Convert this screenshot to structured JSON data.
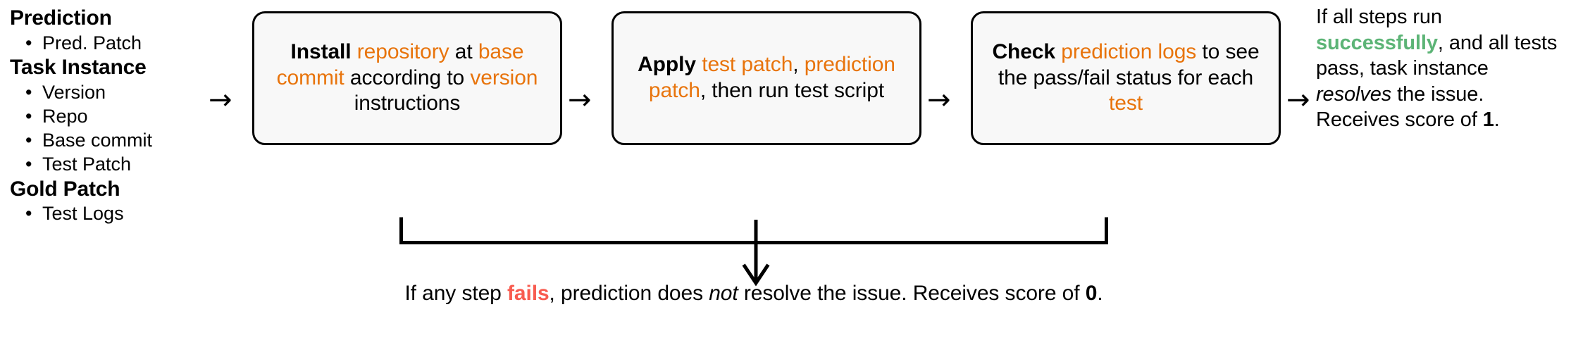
{
  "legend": {
    "groups": [
      {
        "heading": "Prediction",
        "items": [
          "Pred. Patch"
        ]
      },
      {
        "heading": "Task Instance",
        "items": [
          "Version",
          "Repo",
          "Base commit",
          "Test Patch"
        ]
      },
      {
        "heading": "Gold Patch",
        "items": [
          "Test Logs"
        ]
      }
    ],
    "bullet": "•"
  },
  "arrows": {
    "glyph": "→",
    "down_glyph": "↓"
  },
  "steps": [
    {
      "id": "install",
      "parts": [
        {
          "text": "Install",
          "style": "bold"
        },
        {
          "text": " ",
          "style": "plain"
        },
        {
          "text": "repository",
          "style": "orange"
        },
        {
          "text": " at ",
          "style": "plain"
        },
        {
          "text": "base commit",
          "style": "orange"
        },
        {
          "text": " according to ",
          "style": "plain"
        },
        {
          "text": "version",
          "style": "orange"
        },
        {
          "text": " instructions",
          "style": "plain"
        }
      ],
      "plain_text": "Install repository at base commit according to version instructions"
    },
    {
      "id": "apply",
      "parts": [
        {
          "text": "Apply",
          "style": "bold"
        },
        {
          "text": " ",
          "style": "plain"
        },
        {
          "text": "test patch",
          "style": "orange"
        },
        {
          "text": ", ",
          "style": "plain"
        },
        {
          "text": "prediction patch",
          "style": "orange"
        },
        {
          "text": ", then run test script",
          "style": "plain"
        }
      ],
      "plain_text": "Apply test patch, prediction patch, then run test script"
    },
    {
      "id": "check",
      "parts": [
        {
          "text": "Check",
          "style": "bold"
        },
        {
          "text": " ",
          "style": "plain"
        },
        {
          "text": "prediction logs",
          "style": "orange"
        },
        {
          "text": " to see the pass/fail status for each ",
          "style": "plain"
        },
        {
          "text": "test",
          "style": "orange"
        }
      ],
      "plain_text": "Check prediction logs to see the pass/fail status for each test"
    }
  ],
  "outcome_success": {
    "parts": [
      {
        "text": "If all steps run ",
        "style": "plain"
      },
      {
        "text": "successfully",
        "style": "green"
      },
      {
        "text": ", and all tests pass, task instance ",
        "style": "plain"
      },
      {
        "text": "resolves",
        "style": "italic"
      },
      {
        "text": " the issue. Receives score of ",
        "style": "plain"
      },
      {
        "text": "1",
        "style": "bold"
      },
      {
        "text": ".",
        "style": "plain"
      }
    ],
    "plain_text": "If all steps run successfully, and all tests pass, task instance resolves the issue. Receives score of 1."
  },
  "outcome_failure": {
    "parts": [
      {
        "text": "If any step ",
        "style": "plain"
      },
      {
        "text": "fails",
        "style": "red"
      },
      {
        "text": ", prediction does ",
        "style": "plain"
      },
      {
        "text": "not",
        "style": "italic"
      },
      {
        "text": " resolve the issue. Receives score of ",
        "style": "plain"
      },
      {
        "text": "0",
        "style": "bold"
      },
      {
        "text": ".",
        "style": "plain"
      }
    ],
    "plain_text": "If any step fails, prediction does not resolve the issue. Receives score of 0."
  },
  "colors": {
    "orange": "#e8740c",
    "green": "#5cb476",
    "red": "#f85c50",
    "box_fill": "#f8f8f8",
    "box_border": "#000000",
    "background": "#ffffff",
    "text": "#000000"
  }
}
